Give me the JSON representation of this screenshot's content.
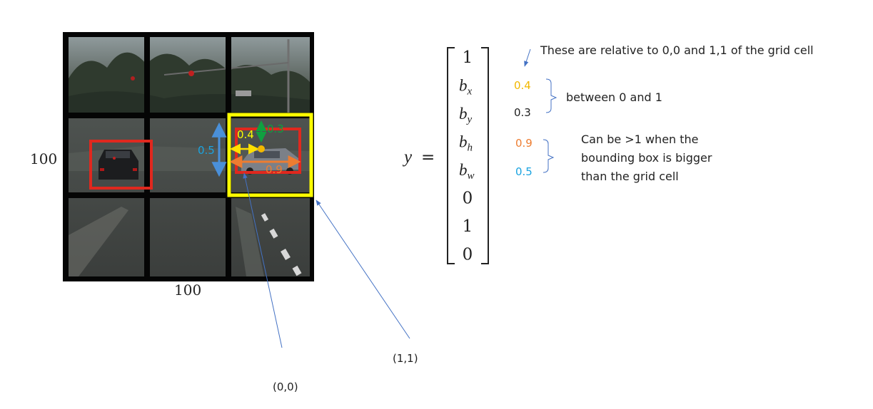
{
  "grid": {
    "side_label": "100",
    "bottom_label": "100",
    "highlight_color": "#ffff00",
    "box_color": "#e0281e"
  },
  "annotations": {
    "bx": "0.4",
    "by": "0.3",
    "bh": "0.9",
    "bw": "0.5",
    "origin": "(0,0)",
    "corner": "(1,1)"
  },
  "vector": {
    "lhs": "y",
    "equals": "=",
    "entries": [
      "1",
      "b",
      "b",
      "b",
      "b",
      "0",
      "1",
      "0"
    ],
    "subscripts": [
      "",
      "x",
      "y",
      "h",
      "w",
      "",
      "",
      ""
    ]
  },
  "notes": {
    "relative": "These are relative to 0,0 and 1,1 of the grid cell",
    "v1": "0.4",
    "v2": "0.3",
    "between": "between 0 and 1",
    "v3": "0.9",
    "v4": "0.5",
    "bigger_line1": "Can be >1 when the",
    "bigger_line2": "bounding box is bigger",
    "bigger_line3": "than the grid cell"
  },
  "colors": {
    "yellow": "#f2b800",
    "orange": "#ed7d31",
    "green": "#10a040",
    "blue_text": "#1aa3e0",
    "arrow_blue": "#4472c4",
    "box_red": "#e0281e"
  }
}
